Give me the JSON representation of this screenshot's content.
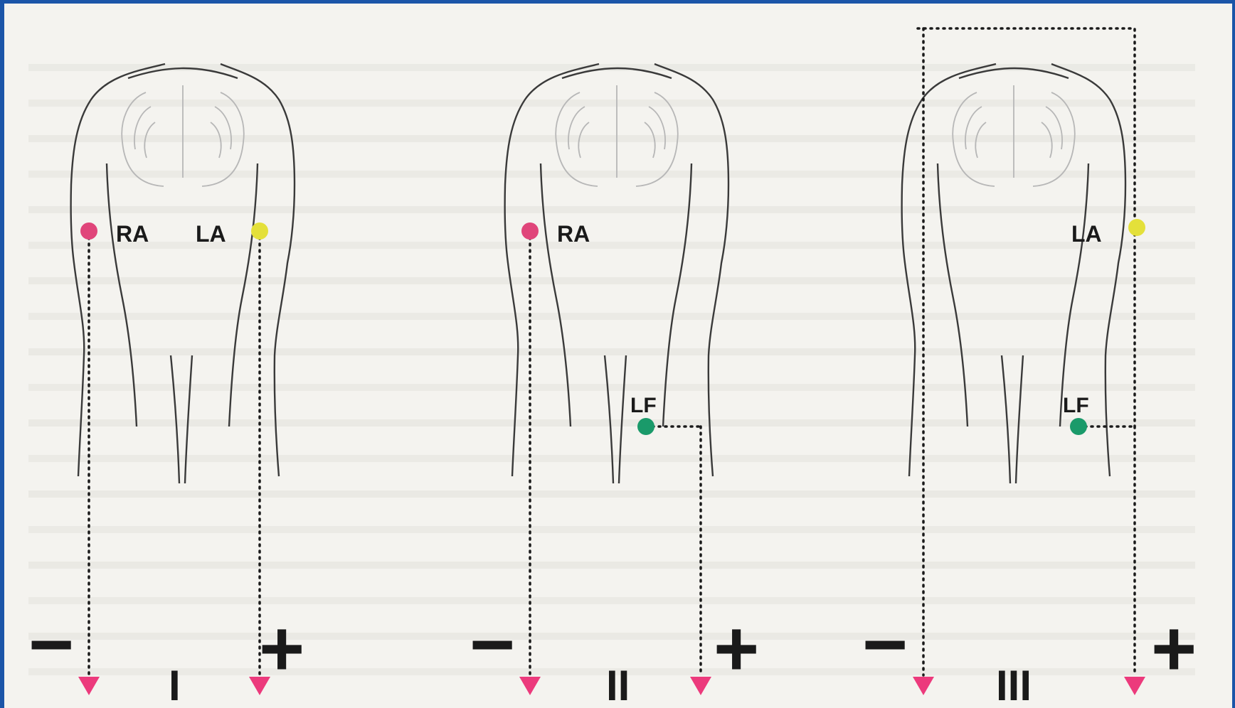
{
  "panels": [
    {
      "lead": "I",
      "negative": "−",
      "positive": "+",
      "electrode_labels": [
        "RA",
        "LA"
      ]
    },
    {
      "lead": "II",
      "negative": "−",
      "positive": "+",
      "electrode_labels": [
        "RA",
        "LF"
      ]
    },
    {
      "lead": "III",
      "negative": "−",
      "positive": "+",
      "electrode_labels": [
        "LA",
        "LF"
      ]
    }
  ],
  "colors": {
    "RA": "#e0457a",
    "LA": "#e4e03a",
    "LF": "#1a9a6a",
    "arrow": "#ec3a7c",
    "sign": "#1e1e1e",
    "outline": "#3a3a3a",
    "ribs": "#b7b7b7"
  }
}
